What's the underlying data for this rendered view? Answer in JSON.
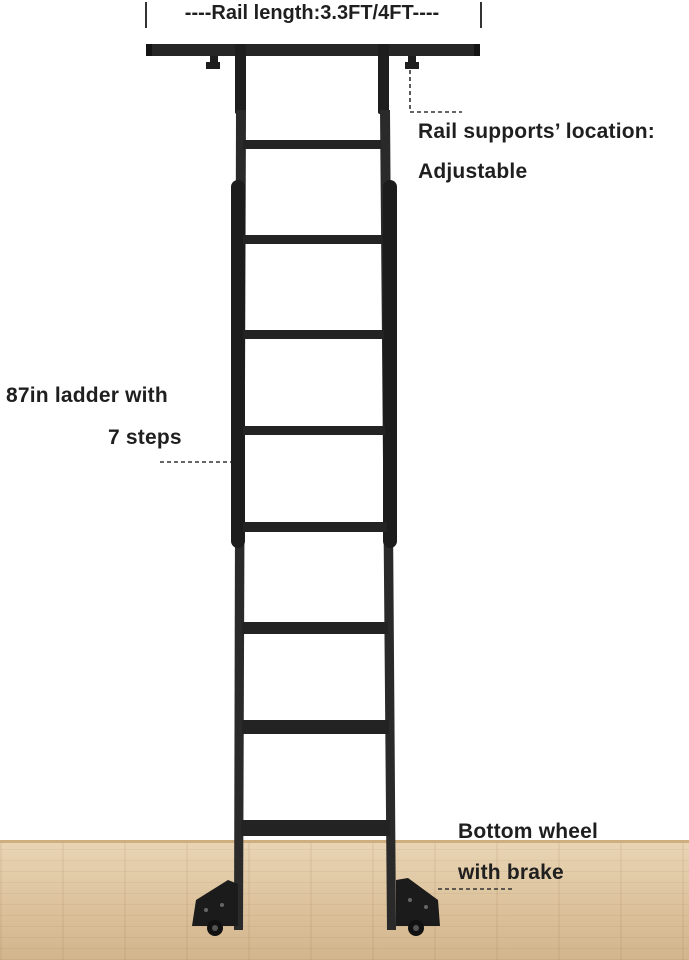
{
  "labels": {
    "rail_length": "----Rail length:3.3FT/4FT----",
    "rail_supports_line1": "Rail supports’ location:",
    "rail_supports_line2": "Adjustable",
    "ladder_line1": "87in ladder with",
    "ladder_line2": "7 steps",
    "wheel_line1": "Bottom wheel",
    "wheel_line2": "with brake"
  },
  "colors": {
    "metal": "#2b2b2b",
    "metal_dark": "#161616",
    "floor": "#dcc29c",
    "text": "#1f1f1f",
    "leader": "#333333"
  }
}
